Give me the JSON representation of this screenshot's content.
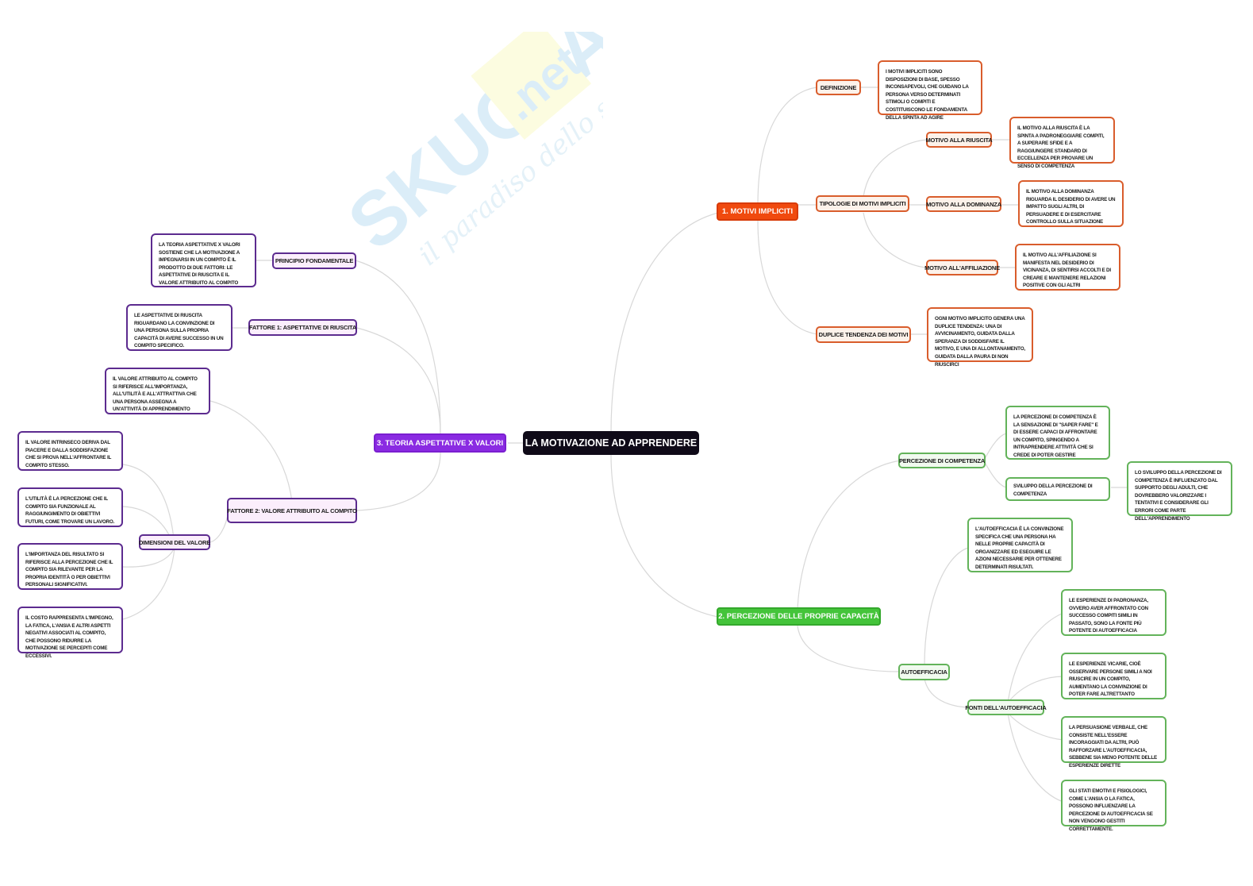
{
  "root": {
    "label": "LA MOTIVAZIONE AD APPRENDERE"
  },
  "watermark": {
    "brand": "SKUOLA",
    "tld": ".net",
    "tagline": "il paradiso dello studente"
  },
  "colors": {
    "orange": "#f04a0e",
    "green": "#44c43a",
    "purple": "#8a2be2",
    "root": "#0f0a18",
    "link": "#d8d8d8"
  },
  "branches": {
    "motivi_impliciti": {
      "label": "1. MOTIVI IMPLICITI",
      "definizione": {
        "label": "DEFINIZIONE",
        "text": "I MOTIVI IMPLICITI SONO DISPOSIZIONI DI BASE, SPESSO INCONSAPEVOLI, CHE GUIDANO LA PERSONA VERSO DETERMINATI STIMOLI O COMPITI E COSTITUISCONO LE FONDAMENTA DELLA SPINTA AD AGIRE"
      },
      "tipologie": {
        "label": "TIPOLOGIE DI MOTIVI IMPLICITI",
        "items": [
          {
            "label": "MOTIVO ALLA RIUSCITA",
            "text": "IL MOTIVO ALLA RIUSCITA È LA SPINTA A PADRONEGGIARE COMPITI, A SUPERARE SFIDE E A RAGGIUNGERE STANDARD DI ECCELLENZA PER PROVARE UN SENSO DI COMPETENZA"
          },
          {
            "label": "MOTIVO ALLA DOMINANZA",
            "text": "IL MOTIVO ALLA DOMINANZA RIGUARDA IL DESIDERIO DI AVERE UN IMPATTO SUGLI ALTRI, DI PERSUADERE E DI ESERCITARE CONTROLLO SULLA SITUAZIONE"
          },
          {
            "label": "MOTIVO ALL'AFFILIAZIONE",
            "text": "IL MOTIVO ALL'AFFILIAZIONE SI MANIFESTA NEL DESIDERIO DI VICINANZA, DI SENTIRSI ACCOLTI E DI CREARE E MANTENERE RELAZIONI POSITIVE CON GLI ALTRI"
          }
        ]
      },
      "duplice": {
        "label": "DUPLICE TENDENZA DEI MOTIVI",
        "text": "OGNI MOTIVO IMPLICITO GENERA UNA DUPLICE TENDENZA: UNA DI AVVICINAMENTO, GUIDATA DALLA SPERANZA DI SODDISFARE IL MOTIVO, E UNA DI ALLONTANAMENTO, GUIDATA DALLA PAURA DI NON RIUSCIRCI"
      }
    },
    "percezione": {
      "label": "2. PERCEZIONE DELLE PROPRIE CAPACITÀ",
      "competenza": {
        "label": "PERCEZIONE DI COMPETENZA",
        "text": "LA PERCEZIONE DI COMPETENZA È LA SENSAZIONE DI \"SAPER FARE\" E DI ESSERE CAPACI DI AFFRONTARE UN COMPITO, SPINGENDO A INTRAPRENDERE ATTIVITÀ CHE SI CREDE DI POTER GESTIRE",
        "sviluppo": {
          "label": "SVILUPPO DELLA PERCEZIONE DI COMPETENZA",
          "text": "LO SVILUPPO DELLA PERCEZIONE DI COMPETENZA È INFLUENZATO DAL SUPPORTO DEGLI ADULTI, CHE DOVREBBERO VALORIZZARE I TENTATIVI E CONSIDERARE GLI ERRORI COME PARTE DELL'APPRENDIMENTO"
        }
      },
      "autoefficacia": {
        "label": "AUTOEFFICACIA",
        "text": "L'AUTOEFFICACIA È LA CONVINZIONE SPECIFICA CHE UNA PERSONA HA NELLE PROPRIE CAPACITÀ DI ORGANIZZARE ED ESEGUIRE LE AZIONI NECESSARIE PER OTTENERE DETERMINATI RISULTATI.",
        "fonti": {
          "label": "FONTI DELL'AUTOEFFICACIA",
          "items": [
            "LE ESPERIENZE DI PADRONANZA, OVVERO AVER AFFRONTATO CON SUCCESSO COMPITI SIMILI IN PASSATO, SONO LA FONTE PIÙ POTENTE DI AUTOEFFICACIA",
            "LE ESPERIENZE VICARIE, CIOÈ OSSERVARE PERSONE SIMILI A NOI RIUSCIRE IN UN COMPITO, AUMENTANO LA CONVINZIONE DI POTER FARE ALTRETTANTO",
            "LA PERSUASIONE VERBALE, CHE CONSISTE NELL'ESSERE INCORAGGIATI DA ALTRI, PUÒ RAFFORZARE L'AUTOEFFICACIA, SEBBENE SIA MENO POTENTE DELLE ESPERIENZE DIRETTE",
            "GLI STATI EMOTIVI E FISIOLOGICI, COME L'ANSIA O LA FATICA, POSSONO INFLUENZARE LA PERCEZIONE DI AUTOEFFICACIA SE NON VENGONO GESTITI CORRETTAMENTE."
          ]
        }
      }
    },
    "teoria": {
      "label": "3. TEORIA ASPETTATIVE X VALORI",
      "principio": {
        "label": "PRINCIPIO FONDAMENTALE",
        "text": "LA TEORIA ASPETTATIVE X VALORI SOSTIENE CHE LA MOTIVAZIONE A IMPEGNARSI IN UN COMPITO È IL PRODOTTO DI DUE FATTORI: LE ASPETTATIVE DI RIUSCITA E IL VALORE ATTRIBUITO AL COMPITO"
      },
      "fattore1": {
        "label": "FATTORE 1: ASPETTATIVE DI RIUSCITA",
        "text": "LE ASPETTATIVE DI RIUSCITA RIGUARDANO LA CONVINZIONE DI UNA PERSONA SULLA PROPRIA CAPACITÀ DI AVERE SUCCESSO IN UN COMPITO SPECIFICO."
      },
      "fattore2": {
        "label": "FATTORE 2: VALORE ATTRIBUITO AL COMPITO",
        "text": "IL VALORE ATTRIBUITO AL COMPITO SI RIFERISCE ALL'IMPORTANZA, ALL'UTILITÀ E ALL'ATTRATTIVA CHE UNA PERSONA ASSEGNA A UN'ATTIVITÀ DI APPRENDIMENTO",
        "dimensioni": {
          "label": "DIMENSIONI DEL VALORE",
          "items": [
            "IL VALORE INTRINSECO DERIVA DAL PIACERE E DALLA SODDISFAZIONE CHE SI PROVA NELL'AFFRONTARE IL COMPITO STESSO.",
            "L'UTILITÀ È LA PERCEZIONE CHE IL COMPITO SIA FUNZIONALE AL RAGGIUNGIMENTO DI OBIETTIVI FUTURI, COME TROVARE UN LAVORO.",
            "L'IMPORTANZA DEL RISULTATO SI RIFERISCE ALLA PERCEZIONE CHE IL COMPITO SIA RILEVANTE PER LA PROPRIA IDENTITÀ O PER OBIETTIVI PERSONALI SIGNIFICATIVI.",
            "IL COSTO RAPPRESENTA L'IMPEGNO, LA FATICA, L'ANSIA E ALTRI ASPETTI NEGATIVI ASSOCIATI AL COMPITO, CHE POSSONO RIDURRE LA MOTIVAZIONE SE PERCEPITI COME ECCESSIVI."
          ]
        }
      }
    }
  }
}
